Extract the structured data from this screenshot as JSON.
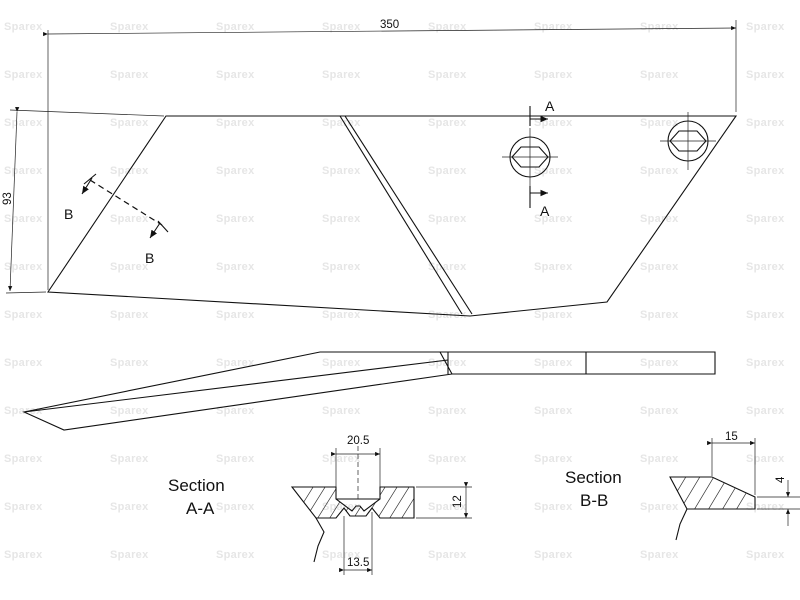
{
  "watermark": "Sparex",
  "dimensions": {
    "overall_length": "350",
    "height": "93",
    "section_a_top_width": "20.5",
    "section_a_bottom_width": "13.5",
    "section_a_thickness": "12",
    "section_b_width": "15",
    "section_b_thickness": "4"
  },
  "section_markers": {
    "a": "A",
    "b": "B"
  },
  "sections": {
    "a_a": {
      "title": "Section",
      "name": "A-A"
    },
    "b_b": {
      "title": "Section",
      "name": "B-B"
    }
  }
}
